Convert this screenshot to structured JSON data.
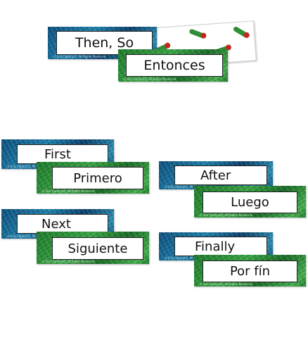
{
  "title_set": {
    "english": "Then, So",
    "spanish": "Entonces"
  },
  "cards": [
    {
      "english": "First",
      "spanish": "Primero"
    },
    {
      "english": "After",
      "spanish": "Luego"
    },
    {
      "english": "Next",
      "spanish": "Siguiente"
    },
    {
      "english": "Finally",
      "spanish": "Por fín"
    }
  ],
  "copyright": "© Eric Carle LLC. All Rights Reserved.",
  "colors": {
    "english_card": "#1d7fa8",
    "spanish_card": "#3aa445",
    "caterpillar_body": "#2f8f35",
    "caterpillar_head": "#c0281e"
  }
}
